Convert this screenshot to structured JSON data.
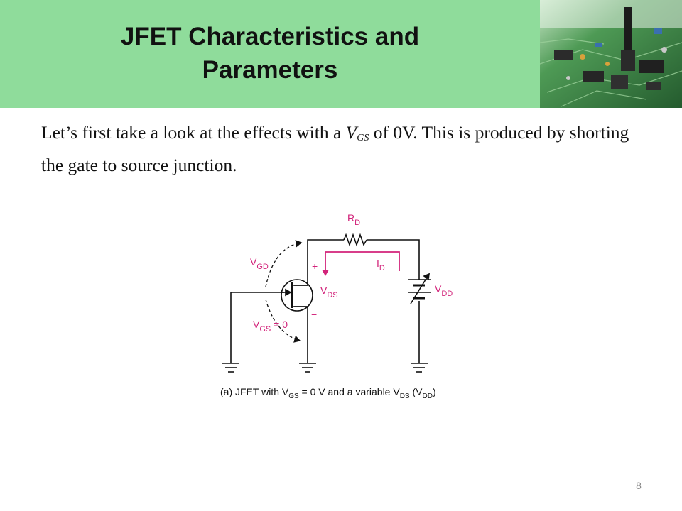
{
  "slide": {
    "title_line1": "JFET Characteristics and",
    "title_line2": "Parameters",
    "body_part1": "Let’s first take a look at the effects with a ",
    "body_v": "V",
    "body_gs": "GS",
    "body_part2": " of 0V. This is produced by shorting the gate to source junction.",
    "page_number": "8"
  },
  "colors": {
    "title_band": "#8fdc9b",
    "label_magenta": "#d2237a"
  },
  "diagram": {
    "rd_main": "R",
    "rd_sub": "D",
    "vgd_main": "V",
    "vgd_sub": "GD",
    "vds_main": "V",
    "vds_sub": "DS",
    "vdd_main": "V",
    "vdd_sub": "DD",
    "id_main": "I",
    "id_sub": "D",
    "plus_sign": "+",
    "minus_sign": "−",
    "vgs_main": "V",
    "vgs_sub": "GS",
    "vgs_value": " = 0",
    "caption_a": "(a) JFET with V",
    "caption_gs": "GS",
    "caption_b": " = 0 V and a variable V",
    "caption_ds": "DS",
    "caption_c": " (V",
    "caption_dd": "DD",
    "caption_d": ")"
  }
}
